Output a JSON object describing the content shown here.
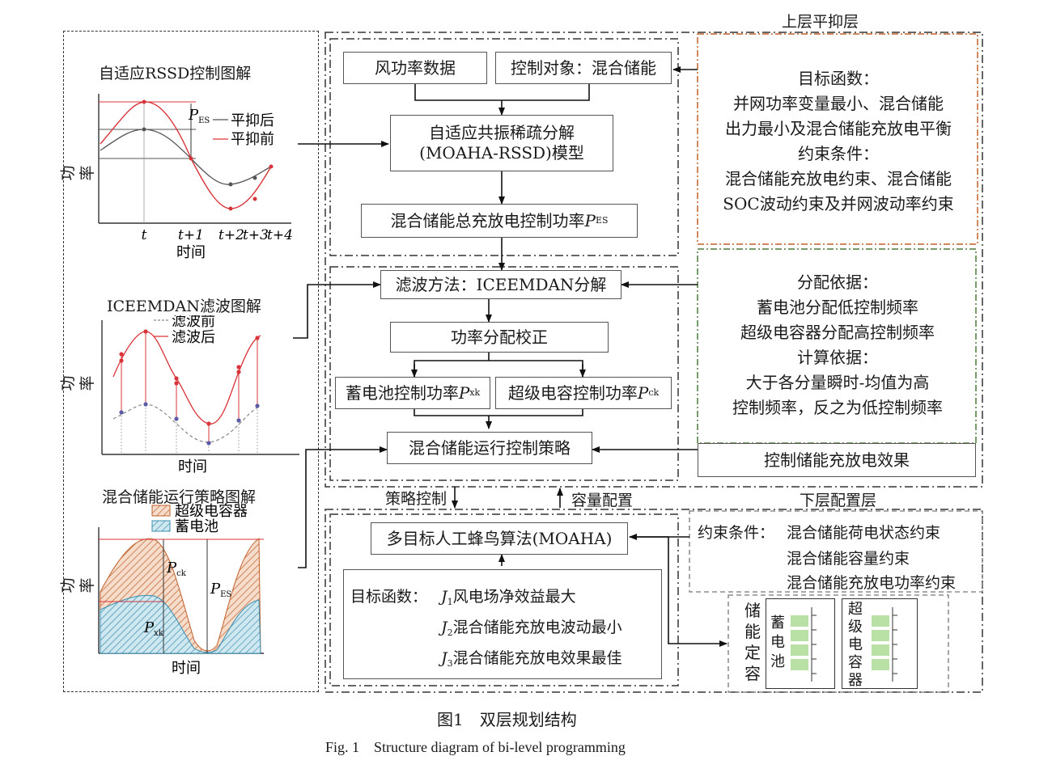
{
  "left_panel": {
    "rssd": {
      "title": "自适应RSSD控制图解",
      "pes_label_P": "P",
      "pes_label_sub": "ES",
      "legend_after": "平抑后",
      "legend_before": "平抑前",
      "ylabel": "功率",
      "xticks": [
        "t",
        "t+1",
        "t+2",
        "t+3",
        "t+4"
      ],
      "xlabel": "时间"
    },
    "iceemdan": {
      "title": "ICEEMDAN滤波图解",
      "legend_before": "滤波前",
      "legend_after": "滤波后",
      "ylabel": "功率",
      "xlabel": "时间"
    },
    "strategy": {
      "title": "混合储能运行策略图解",
      "legend_sc": "超级电容器",
      "legend_bat": "蓄电池",
      "ylabel": "功率",
      "pck_P": "P",
      "pck_sub": "ck",
      "pes_P": "P",
      "pes_sub": "ES",
      "pxk_P": "P",
      "pxk_sub": "xk",
      "xlabel": "时间"
    }
  },
  "upper_layer": {
    "title": "上层平抑层",
    "wind_data": "风功率数据",
    "control_target": "控制对象：混合储能",
    "model_line1": "自适应共振稀疏分解",
    "model_line2": "(MOAHA-RSSD)模型",
    "total_power": "混合储能总充放电控制功率",
    "total_power_P": "P",
    "total_power_sub": "ES",
    "objective_lines": [
      "目标函数：",
      "并网功率变量最小、混合储能",
      "出力最小及混合储能充放电平衡",
      "约束条件：",
      "混合储能充放电约束、混合储能",
      "SOC波动约束及并网波动率约束"
    ]
  },
  "middle": {
    "filter_method": "滤波方法：ICEEMDAN分解",
    "power_correction": "功率分配校正",
    "battery_power": "蓄电池控制功率",
    "battery_P": "P",
    "battery_sub": "xk",
    "sc_power": "超级电容控制功率",
    "sc_P": "P",
    "sc_sub": "ck",
    "strategy": "混合储能运行控制策略",
    "allocation_lines": [
      "分配依据：",
      "蓄电池分配低控制频率",
      "超级电容器分配高控制频率",
      "计算依据：",
      "大于各分量瞬时-均值为高",
      "控制频率，反之为低控制频率"
    ],
    "effect": "控制储能充放电效果"
  },
  "links": {
    "strategy_control": "策略控制",
    "capacity_config": "容量配置"
  },
  "lower_layer": {
    "title": "下层配置层",
    "moaha": "多目标人工蜂鸟算法(MOAHA)",
    "objective_label": "目标函数：",
    "objectives": [
      {
        "J": "J",
        "sub": "1",
        "text": "风电场净效益最大"
      },
      {
        "J": "J",
        "sub": "2",
        "text": "混合储能充放电波动最小"
      },
      {
        "J": "J",
        "sub": "3",
        "text": "混合储能充放电效果最佳"
      }
    ],
    "constraint_label": "约束条件：",
    "constraints": [
      "混合储能荷电状态约束",
      "混合储能容量约束",
      "混合储能充放电功率约束"
    ],
    "sizing_label": "储能定容",
    "battery_label": "蓄电池",
    "sc_label": "超级电容器"
  },
  "caption": {
    "cn": "图1　双层规划结构",
    "en": "Fig. 1　Structure diagram of bi-level programming"
  },
  "colors": {
    "red": "#d9343a",
    "gray": "#555555",
    "orange_border": "#c0602a",
    "green_border": "#4a7a3a",
    "hatch_orange": "#c0602a",
    "hatch_blue": "#3a8fb0",
    "cell_green": "#b9e0a5"
  }
}
